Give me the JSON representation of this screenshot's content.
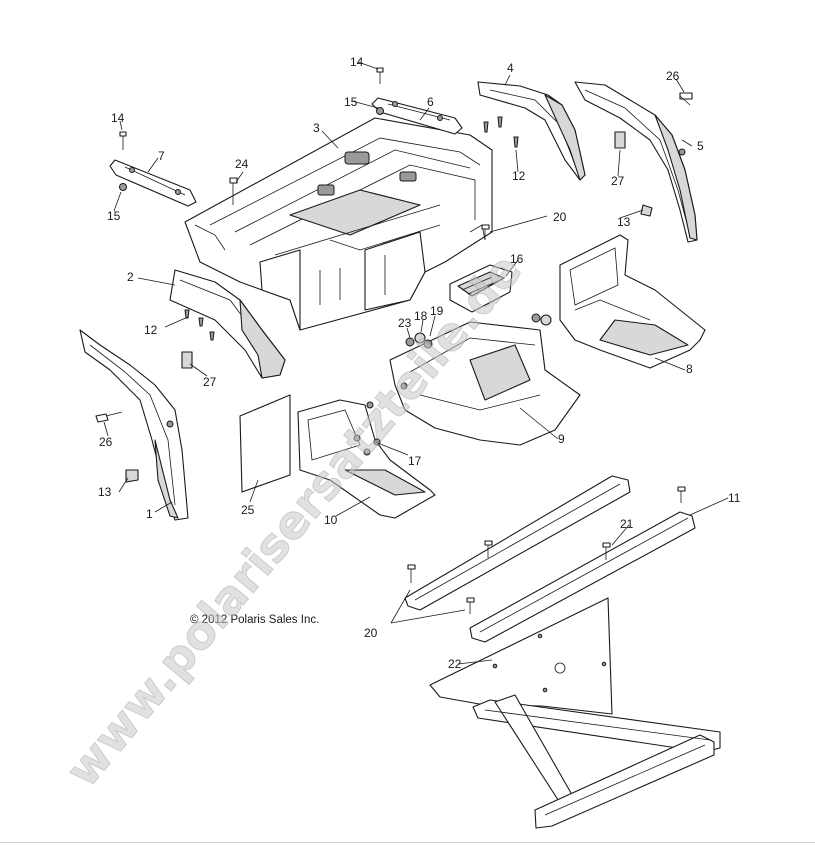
{
  "callouts": [
    {
      "label": "1"
    },
    {
      "label": "2"
    },
    {
      "label": "3"
    },
    {
      "label": "4"
    },
    {
      "label": "5"
    },
    {
      "label": "6"
    },
    {
      "label": "7"
    },
    {
      "label": "8"
    },
    {
      "label": "9"
    },
    {
      "label": "10"
    },
    {
      "label": "11"
    },
    {
      "label": "12"
    },
    {
      "label": "12"
    },
    {
      "label": "13"
    },
    {
      "label": "13"
    },
    {
      "label": "14"
    },
    {
      "label": "14"
    },
    {
      "label": "15"
    },
    {
      "label": "15"
    },
    {
      "label": "16"
    },
    {
      "label": "17"
    },
    {
      "label": "18"
    },
    {
      "label": "19"
    },
    {
      "label": "20"
    },
    {
      "label": "20"
    },
    {
      "label": "21"
    },
    {
      "label": "22"
    },
    {
      "label": "23"
    },
    {
      "label": "24"
    },
    {
      "label": "25"
    },
    {
      "label": "26"
    },
    {
      "label": "26"
    },
    {
      "label": "27"
    },
    {
      "label": "27"
    }
  ],
  "copyright": "© 2012 Polaris Sales Inc.",
  "watermark": "www.polarisersatzteile.de"
}
